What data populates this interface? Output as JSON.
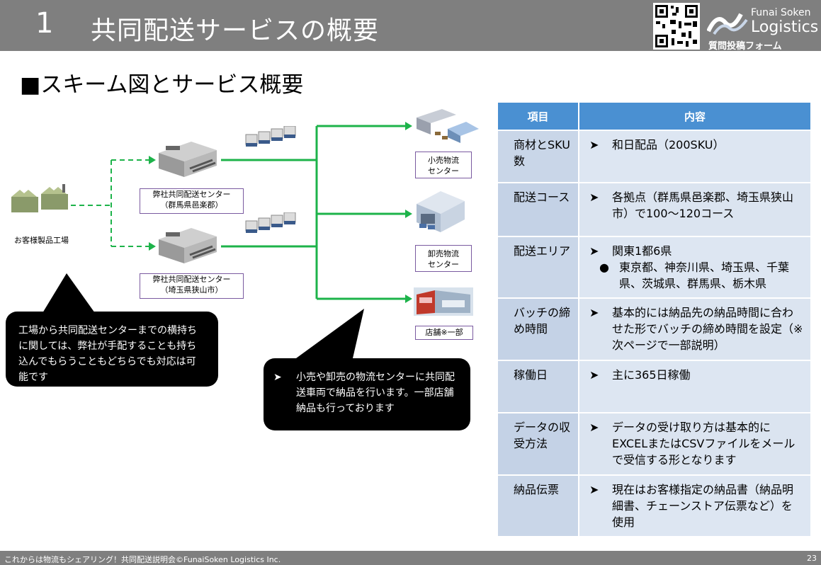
{
  "header": {
    "number": "1",
    "title": "共同配送サービスの概要",
    "logo_small": "Funai Soken",
    "logo_main": "Logistics",
    "form_label": "質問投稿フォーム"
  },
  "section_title": "■スキーム図とサービス概要",
  "diagram": {
    "factory_label": "お客様製品工場",
    "center1_label_line1": "弊社共同配送センター",
    "center1_label_line2": "（群馬県邑楽郡）",
    "center2_label_line1": "弊社共同配送センター",
    "center2_label_line2": "（埼玉県狭山市）",
    "retail_label_line1": "小売物流",
    "retail_label_line2": "センター",
    "wholesale_label_line1": "卸売物流",
    "wholesale_label_line2": "センター",
    "store_label": "店舗※一部",
    "callout_left": "工場から共同配送センターまでの横持ちに関しては、弊社が手配することも持ち込んでもらうこともどちらでも対応は可能です",
    "callout_right_marker": "➤",
    "callout_right": "小売や卸売の物流センターに共同配送車両で納品を行います。一部店舗納品も行っております",
    "colors": {
      "arrow": "#1db34a",
      "callout_bg": "#000000"
    }
  },
  "table": {
    "headers": [
      "項目",
      "内容"
    ],
    "rows": [
      {
        "item": "商材とSKU数",
        "content": "和日配品（200SKU）"
      },
      {
        "item": "配送コース",
        "content": "各拠点（群馬県邑楽郡、埼玉県狭山市）で100～120コース"
      },
      {
        "item": "配送エリア",
        "content": "関東1都6県",
        "sub": "東京都、神奈川県、埼玉県、千葉県、茨城県、群馬県、栃木県"
      },
      {
        "item": "バッチの締め時間",
        "content": "基本的には納品先の納品時間に合わせた形でバッチの締め時間を設定（※次ページで一部説明）"
      },
      {
        "item": "稼働日",
        "content": "主に365日稼働"
      },
      {
        "item": "データの収受方法",
        "content": "データの受け取り方は基本的にEXCELまたはCSVファイルをメールで受信する形となります"
      },
      {
        "item": "納品伝票",
        "content": "現在はお客様指定の納品書（納品明細書、チェーンストア伝票など）を使用"
      }
    ],
    "bullet_marker": "➤",
    "sub_marker": "●",
    "colors": {
      "header": "#4a90d2",
      "item_bg": "#c9d6e8",
      "content_bg": "#dde6f2"
    }
  },
  "footer": {
    "left": "これからは物流もシェアリング！共同配送説明会©FunaiSoken Logistics Inc.",
    "page": "23"
  }
}
